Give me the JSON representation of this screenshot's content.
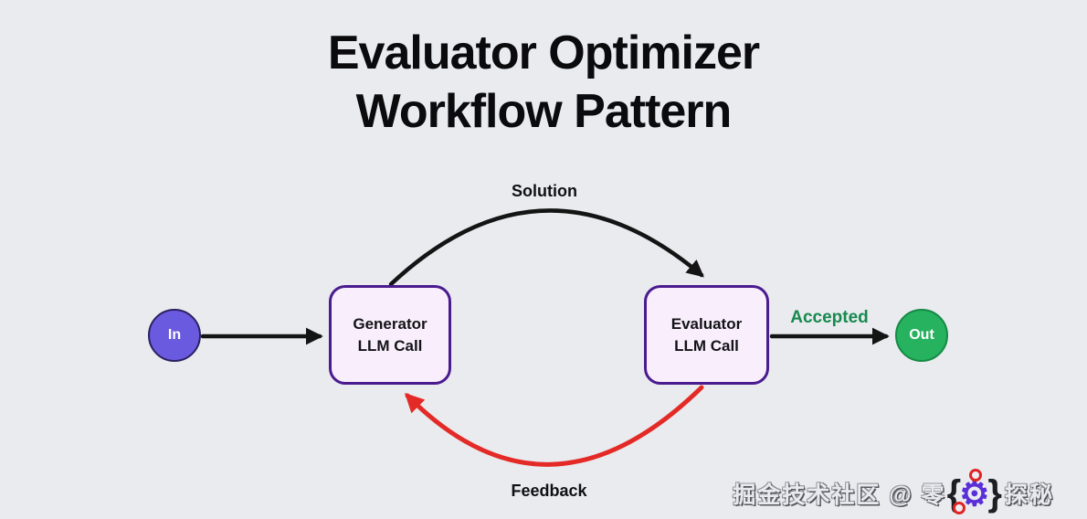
{
  "title": {
    "line1": "Evaluator Optimizer",
    "line2": "Workflow Pattern"
  },
  "diagram": {
    "nodes": {
      "in": {
        "label": "In",
        "color": "#6a5adf"
      },
      "generator": {
        "line1": "Generator",
        "line2": "LLM Call"
      },
      "evaluator": {
        "line1": "Evaluator",
        "line2": "LLM Call"
      },
      "out": {
        "label": "Out",
        "color": "#26b25e"
      }
    },
    "edges": {
      "input": {
        "color": "#141414"
      },
      "solution": {
        "label": "Solution",
        "color": "#141414"
      },
      "accepted": {
        "label": "Accepted",
        "label_color": "#17894e",
        "color": "#141414"
      },
      "feedback": {
        "label": "Feedback",
        "color": "#e42a26"
      }
    }
  },
  "colors": {
    "background": "#e9ebef",
    "box_fill": "#f8eefc",
    "box_border": "#4a1b8f",
    "arrow_black": "#141414",
    "arrow_red": "#e42a26",
    "accepted_green": "#17894e"
  },
  "watermark": {
    "prefix": "掘金技术社区 @ 零",
    "suffix": "探秘",
    "brace_left": "{",
    "brace_right": "}",
    "gear_glyph": "⚙"
  }
}
